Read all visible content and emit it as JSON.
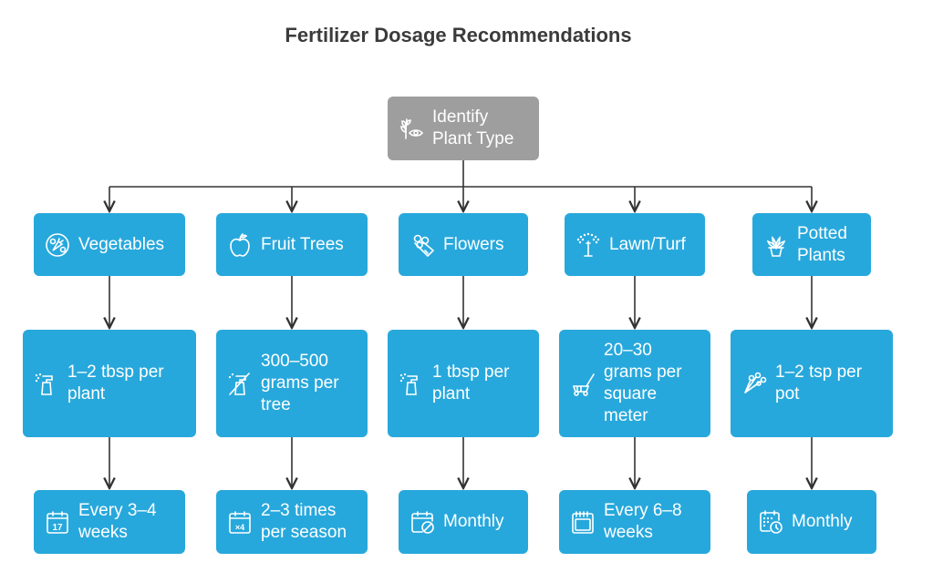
{
  "title": "Fertilizer Dosage Recommendations",
  "root": {
    "label": "Identify Plant Type",
    "icon": "plant-eye-icon"
  },
  "branches": [
    {
      "category": {
        "label": "Vegetables",
        "icon": "vegetables-icon"
      },
      "dosage": {
        "label": "1–2 tbsp per plant",
        "icon": "spray-bottle-icon"
      },
      "frequency": {
        "label": "Every 3–4 weeks",
        "icon": "calendar-17-icon",
        "calendar_text": "17"
      }
    },
    {
      "category": {
        "label": "Fruit Trees",
        "icon": "apple-icon"
      },
      "dosage": {
        "label": "300–500 grams per tree",
        "icon": "spray-bottle-slash-icon"
      },
      "frequency": {
        "label": "2–3 times per season",
        "icon": "calendar-x4-icon",
        "calendar_text": "×4"
      }
    },
    {
      "category": {
        "label": "Flowers",
        "icon": "flower-bouquet-icon"
      },
      "dosage": {
        "label": "1 tbsp per plant",
        "icon": "spray-bottle-icon"
      },
      "frequency": {
        "label": "Monthly",
        "icon": "calendar-cancel-icon"
      }
    },
    {
      "category": {
        "label": "Lawn/Turf",
        "icon": "sprinkler-icon"
      },
      "dosage": {
        "label": "20–30 grams per square meter",
        "icon": "lawn-spreader-icon"
      },
      "frequency": {
        "label": "Every 6–8 weeks",
        "icon": "calendar-blank-icon"
      }
    },
    {
      "category": {
        "label": "Potted Plants",
        "icon": "potted-plant-icon"
      },
      "dosage": {
        "label": "1–2 tsp per pot",
        "icon": "seed-scatter-icon"
      },
      "frequency": {
        "label": "Monthly",
        "icon": "calendar-clock-icon"
      }
    }
  ],
  "colors": {
    "node": "#27a8dc",
    "root": "#9e9e9e",
    "connector": "#333333",
    "title": "#3b3b3b"
  }
}
